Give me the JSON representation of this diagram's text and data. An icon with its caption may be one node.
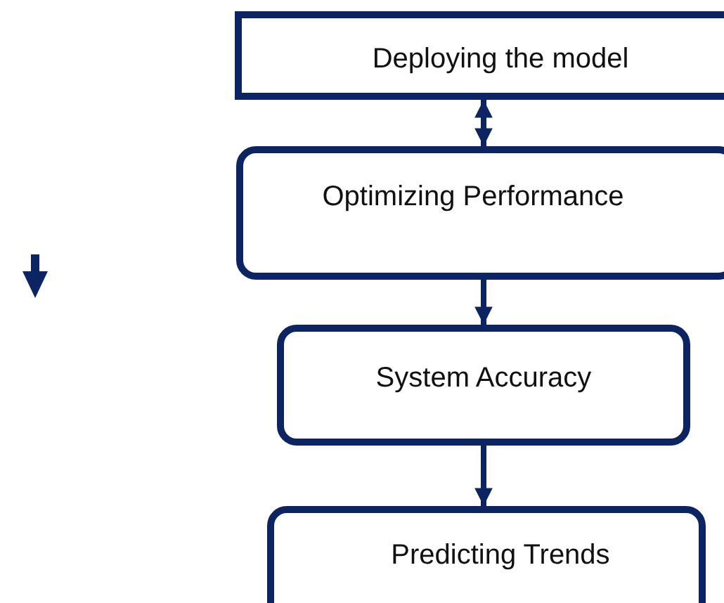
{
  "diagram": {
    "nodes": [
      {
        "text": [
          "Deploying the model"
        ]
      },
      {
        "text": [
          "Optimizing Performance"
        ]
      },
      {
        "text": [
          "System Accuracy"
        ]
      },
      {
        "text": [
          "Predicting Trends"
        ]
      }
    ],
    "edges": [
      {
        "from": 0,
        "to": 1,
        "arrow": "both"
      },
      {
        "from": 1,
        "to": 2,
        "arrow": "to"
      },
      {
        "from": 2,
        "to": 3,
        "arrow": "to"
      }
    ]
  }
}
